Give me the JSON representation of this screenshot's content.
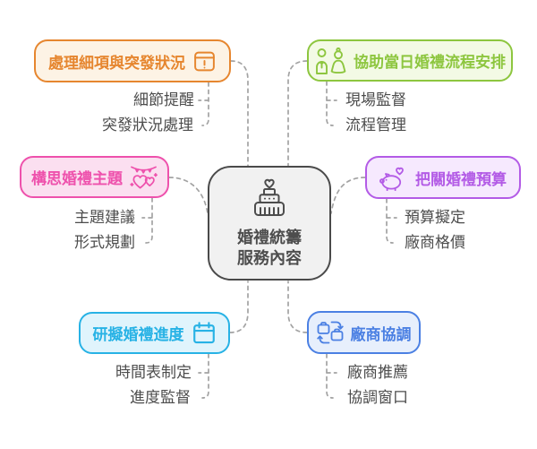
{
  "diagram": {
    "center": {
      "icon": "wedding-cake-icon",
      "line1": "婚禮統籌",
      "line2": "服務內容",
      "border_color": "#4A4A4A",
      "bg_color": "#F1F1F1",
      "text_color": "#4D4D4D"
    },
    "connector_color": "#A3A3A3",
    "child_text_color": "#4D4D4D",
    "branches": [
      {
        "id": "handle-details",
        "label": "處理細項與突發狀況",
        "icon": "alert-window-icon",
        "color": "#E6862F",
        "bg": "#FDF3E5",
        "position": "top-left",
        "children": [
          "細節提醒",
          "突發狀況處理"
        ]
      },
      {
        "id": "day-of-flow",
        "label": "協助當日婚禮流程安排",
        "icon": "wedding-couple-icon",
        "color": "#8DC63F",
        "bg": "#F3FAE5",
        "position": "top-right",
        "children": [
          "現場監督",
          "流程管理"
        ]
      },
      {
        "id": "wedding-theme",
        "label": "構思婚禮主題",
        "icon": "hearts-garland-icon",
        "color": "#EE51AC",
        "bg": "#FBDFF0",
        "position": "middle-left",
        "children": [
          "主題建議",
          "形式規劃"
        ]
      },
      {
        "id": "budget-control",
        "label": "把關婚禮預算",
        "icon": "piggy-bank-icon",
        "color": "#B35BE6",
        "bg": "#F6E9FE",
        "position": "middle-right",
        "children": [
          "預算擬定",
          "廠商格價"
        ]
      },
      {
        "id": "schedule-planning",
        "label": "研擬婚禮進度",
        "icon": "calendar-icon",
        "color": "#27B2E5",
        "bg": "#E0F4FC",
        "position": "bottom-left",
        "children": [
          "時間表制定",
          "進度監督"
        ]
      },
      {
        "id": "vendor-coordination",
        "label": "廠商協調",
        "icon": "vendor-exchange-icon",
        "color": "#4B80E3",
        "bg": "#E7EFFC",
        "position": "bottom-right",
        "children": [
          "廠商推薦",
          "協調窗口"
        ]
      }
    ]
  }
}
